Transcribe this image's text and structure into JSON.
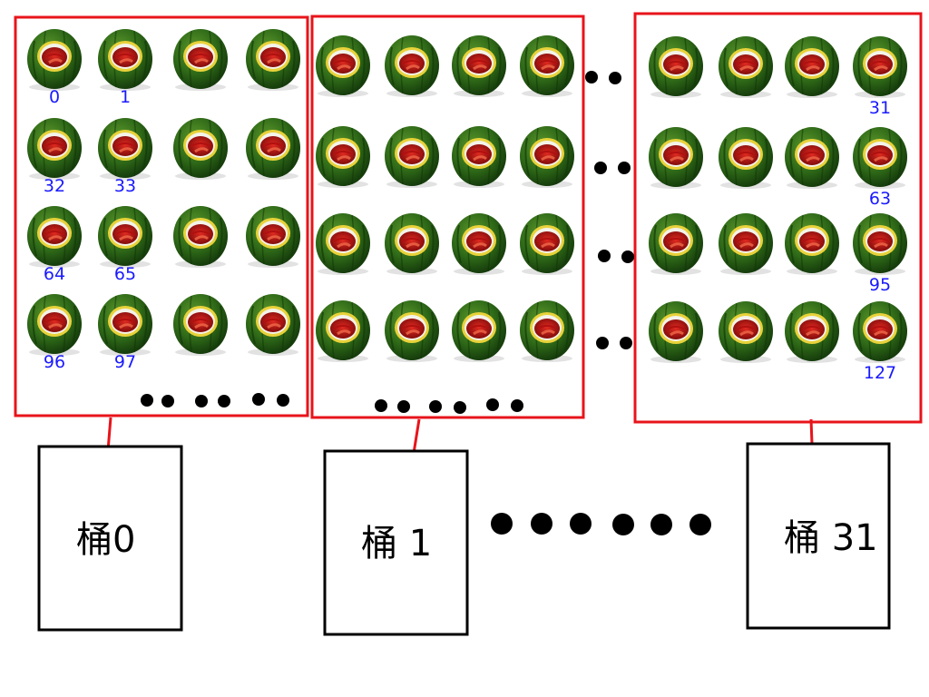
{
  "groups": [
    {
      "labels": [
        [
          "0",
          "1",
          "",
          ""
        ],
        [
          "32",
          "33",
          "",
          ""
        ],
        [
          "64",
          "65",
          "",
          ""
        ],
        [
          "96",
          "97",
          "",
          ""
        ]
      ]
    },
    {
      "labels": [
        [
          "",
          "",
          "",
          ""
        ],
        [
          "",
          "",
          "",
          ""
        ],
        [
          "",
          "",
          "",
          ""
        ],
        [
          "",
          "",
          "",
          ""
        ]
      ]
    },
    {
      "labels": [
        [
          "",
          "",
          "",
          "31"
        ],
        [
          "",
          "",
          "",
          "63"
        ],
        [
          "",
          "",
          "",
          "95"
        ],
        [
          "",
          "",
          "",
          "127"
        ]
      ]
    }
  ],
  "buckets": [
    {
      "label": "桶0"
    },
    {
      "label": "桶 1"
    },
    {
      "label": "桶 31"
    }
  ],
  "colors": {
    "group_border": "#e8141b",
    "arrow": "#e8141b",
    "bucket_border": "#000000",
    "label_text": "#1a1aff",
    "dots": "#000000"
  },
  "icons": {
    "item": "screaming-watermelon-icon"
  }
}
